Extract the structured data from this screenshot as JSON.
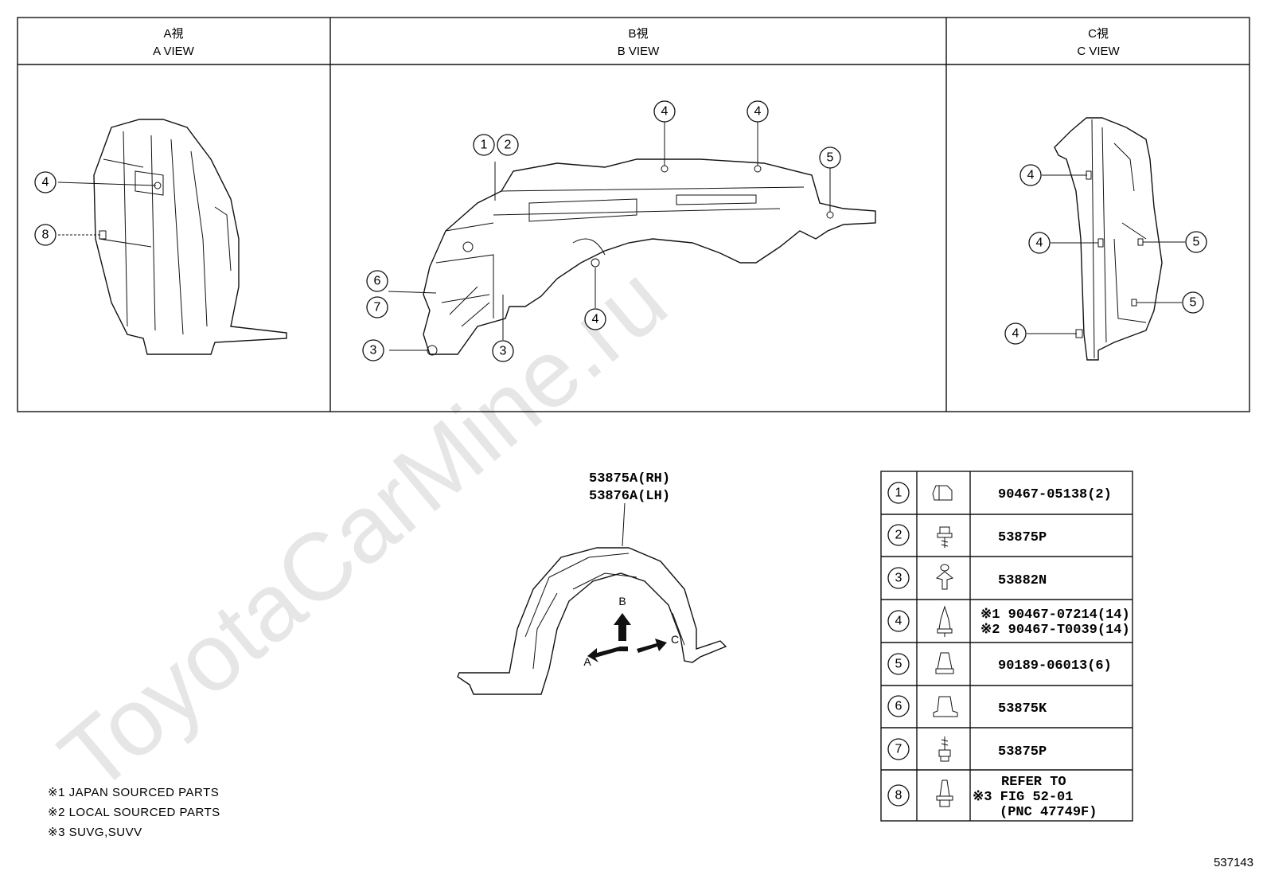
{
  "views": [
    {
      "jp": "A視",
      "en": "A VIEW"
    },
    {
      "jp": "B視",
      "en": "B VIEW"
    },
    {
      "jp": "C視",
      "en": "C VIEW"
    }
  ],
  "main_part": {
    "line1": "53875A(RH)",
    "line2": "53876A(LH)"
  },
  "arrows": {
    "a": "A",
    "b": "B",
    "c": "C"
  },
  "callouts": {
    "a_view": [
      "4",
      "8"
    ],
    "b_view": [
      "4",
      "4",
      "1",
      "2",
      "5",
      "6",
      "7",
      "4",
      "3",
      "3"
    ],
    "c_view": [
      "4",
      "4",
      "5",
      "5",
      "4"
    ]
  },
  "legend": [
    {
      "num": "1",
      "icon": "clip-icon",
      "lines": [
        "90467-05138(2)"
      ]
    },
    {
      "num": "2",
      "icon": "screw-icon",
      "lines": [
        "53875P"
      ]
    },
    {
      "num": "3",
      "icon": "push-rivet-icon",
      "lines": [
        "53882N"
      ]
    },
    {
      "num": "4",
      "icon": "clip-rivet-icon",
      "lines": [
        "※1 90467-07214(14)",
        "※2 90467-T0039(14)"
      ]
    },
    {
      "num": "5",
      "icon": "nut-icon",
      "lines": [
        "90189-06013(6)"
      ]
    },
    {
      "num": "6",
      "icon": "clip-icon",
      "lines": [
        "53875K"
      ]
    },
    {
      "num": "7",
      "icon": "screw-icon",
      "lines": [
        "53875P"
      ]
    },
    {
      "num": "8",
      "icon": "pin-icon",
      "lines": [
        "REFER TO",
        "※3 FIG 52-01",
        "(PNC 47749F)"
      ]
    }
  ],
  "notes": [
    "※1  JAPAN SOURCED PARTS",
    "※2  LOCAL SOURCED PARTS",
    "※3  SUVG,SUVV"
  ],
  "watermark": "ToyotaCarMine.ru",
  "figure_number": "537143"
}
